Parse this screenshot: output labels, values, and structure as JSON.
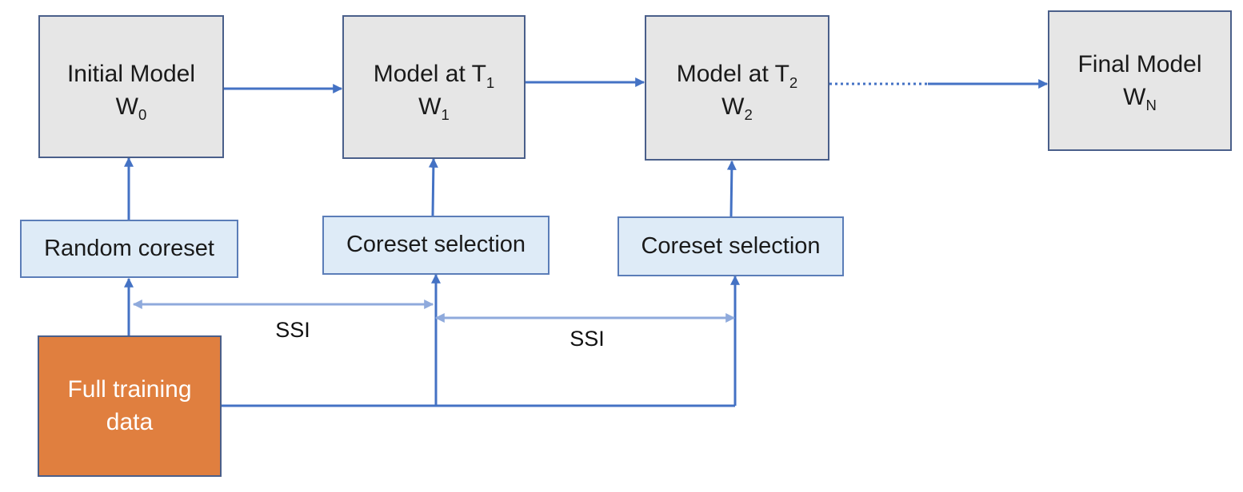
{
  "colors": {
    "arrow": "#4472c4",
    "ssi_arrow": "#8faadc",
    "model_fill": "#e6e6e6",
    "selection_fill": "#deebf7",
    "data_fill": "#e07f3f"
  },
  "models": [
    {
      "title": "Initial Model",
      "w": "W",
      "w_sub": "0"
    },
    {
      "title": "Model at T",
      "t_sub": "1",
      "w": "W",
      "w_sub": "1"
    },
    {
      "title": "Model at T",
      "t_sub": "2",
      "w": "W",
      "w_sub": "2"
    },
    {
      "title_line1": "Final Model",
      "w": "W",
      "w_sub": "N"
    }
  ],
  "selections": [
    {
      "label": "Random coreset"
    },
    {
      "label": "Coreset selection"
    },
    {
      "label": "Coreset selection"
    }
  ],
  "data_box": {
    "line1": "Full training",
    "line2": "data"
  },
  "ssi_labels": [
    "SSI",
    "SSI"
  ]
}
